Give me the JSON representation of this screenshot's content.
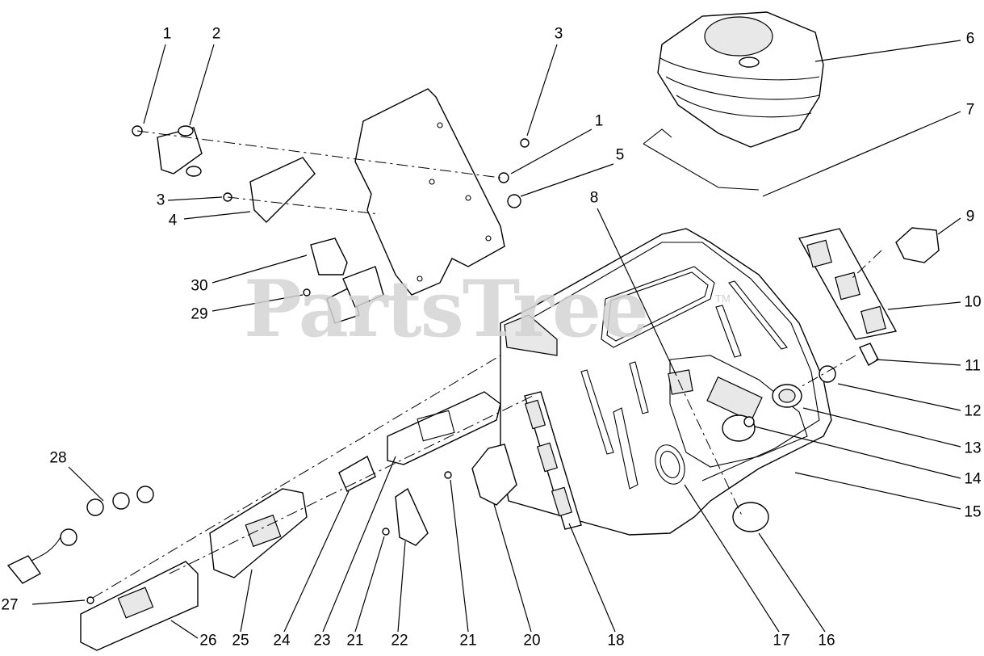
{
  "watermark": {
    "text": "PartsTree",
    "tm": "TM"
  },
  "callouts": [
    {
      "id": "c1a",
      "text": "1"
    },
    {
      "id": "c2",
      "text": "2"
    },
    {
      "id": "c3a",
      "text": "3"
    },
    {
      "id": "c6",
      "text": "6"
    },
    {
      "id": "c1b",
      "text": "1"
    },
    {
      "id": "c7",
      "text": "7"
    },
    {
      "id": "c5",
      "text": "5"
    },
    {
      "id": "c3b",
      "text": "3"
    },
    {
      "id": "c8",
      "text": "8"
    },
    {
      "id": "c9",
      "text": "9"
    },
    {
      "id": "c4",
      "text": "4"
    },
    {
      "id": "c30",
      "text": "30"
    },
    {
      "id": "c10",
      "text": "10"
    },
    {
      "id": "c29",
      "text": "29"
    },
    {
      "id": "c11",
      "text": "11"
    },
    {
      "id": "c12",
      "text": "12"
    },
    {
      "id": "c13",
      "text": "13"
    },
    {
      "id": "c28",
      "text": "28"
    },
    {
      "id": "c14",
      "text": "14"
    },
    {
      "id": "c15",
      "text": "15"
    },
    {
      "id": "c27",
      "text": "27"
    },
    {
      "id": "c26",
      "text": "26"
    },
    {
      "id": "c25",
      "text": "25"
    },
    {
      "id": "c24",
      "text": "24"
    },
    {
      "id": "c23",
      "text": "23"
    },
    {
      "id": "c21a",
      "text": "21"
    },
    {
      "id": "c22",
      "text": "22"
    },
    {
      "id": "c21b",
      "text": "21"
    },
    {
      "id": "c20",
      "text": "20"
    },
    {
      "id": "c18",
      "text": "18"
    },
    {
      "id": "c17",
      "text": "17"
    },
    {
      "id": "c16",
      "text": "16"
    }
  ]
}
